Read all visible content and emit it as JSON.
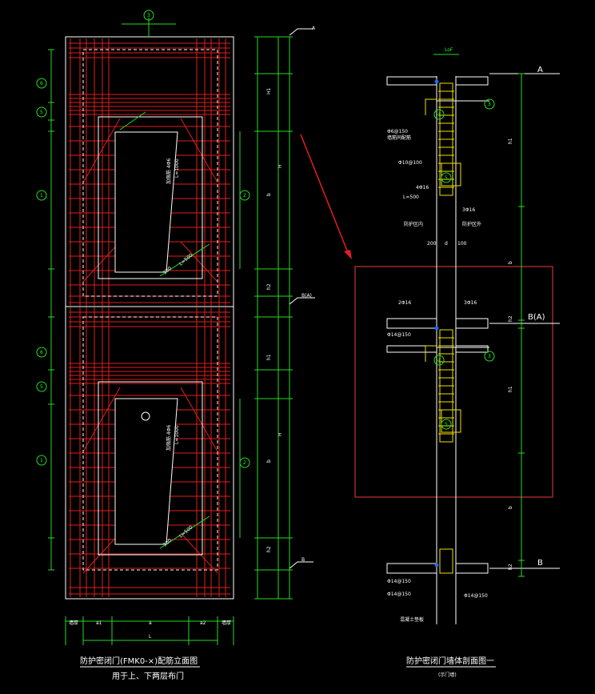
{
  "colors": {
    "background": "#000000",
    "rebar": "#e11e1e",
    "frame": "#ffffff",
    "dimension": "#22dd22",
    "highlight_box": "#c83232",
    "arrow": "#e02020",
    "section_rebar": "#f0e000",
    "section_stirrup_marker": "#2266ff"
  },
  "left": {
    "top_label": "3",
    "left_circles": [
      "6",
      "5",
      "1",
      "6",
      "5",
      "1"
    ],
    "right_circles": [
      "2",
      "2"
    ],
    "right_dims": [
      "H1",
      "H",
      "b",
      "h2",
      "h1",
      "H",
      "b",
      "h2"
    ],
    "panel_notes": [
      {
        "label": "加强筋 4Φ6",
        "sub": "L=1000"
      },
      {
        "label": "加强筋 4Φ6",
        "sub": "L=1000"
      }
    ],
    "diag_dims": [
      "300",
      "L=500",
      "300",
      "L=500"
    ],
    "bottom_dims": [
      "墙厚",
      "a1",
      "a",
      "a2",
      "墙厚",
      "L"
    ],
    "title": "防护密闭门(FMK0-×)配筋立面图",
    "subtitle": "用于上、下两层布门",
    "level_labels": [
      "A",
      "B(A)",
      "B"
    ]
  },
  "right": {
    "loF": "LoF",
    "labels_top": [
      "A"
    ],
    "bubbles": [
      "4",
      "3",
      "5",
      "3",
      "4",
      "5"
    ],
    "notes": [
      "Φ6@150",
      "墙筋同配筋",
      "Φ10@100",
      "L=500",
      "4Φ16",
      "3Φ16",
      "防护区内",
      "防护区外",
      "200",
      "d",
      "100",
      "2Φ16",
      "3Φ16",
      "Φ14@150",
      "Φ14@150",
      "Φ14@150",
      "Φ14@150",
      "混凝土垫板"
    ],
    "h_dims": [
      "h1",
      "b",
      "h2",
      "h1",
      "b",
      "h2"
    ],
    "level_labels": [
      "A",
      "B(A)",
      "B"
    ],
    "title": "防护密闭门墙体剖面图一",
    "subtitle": "(示门墙)"
  }
}
